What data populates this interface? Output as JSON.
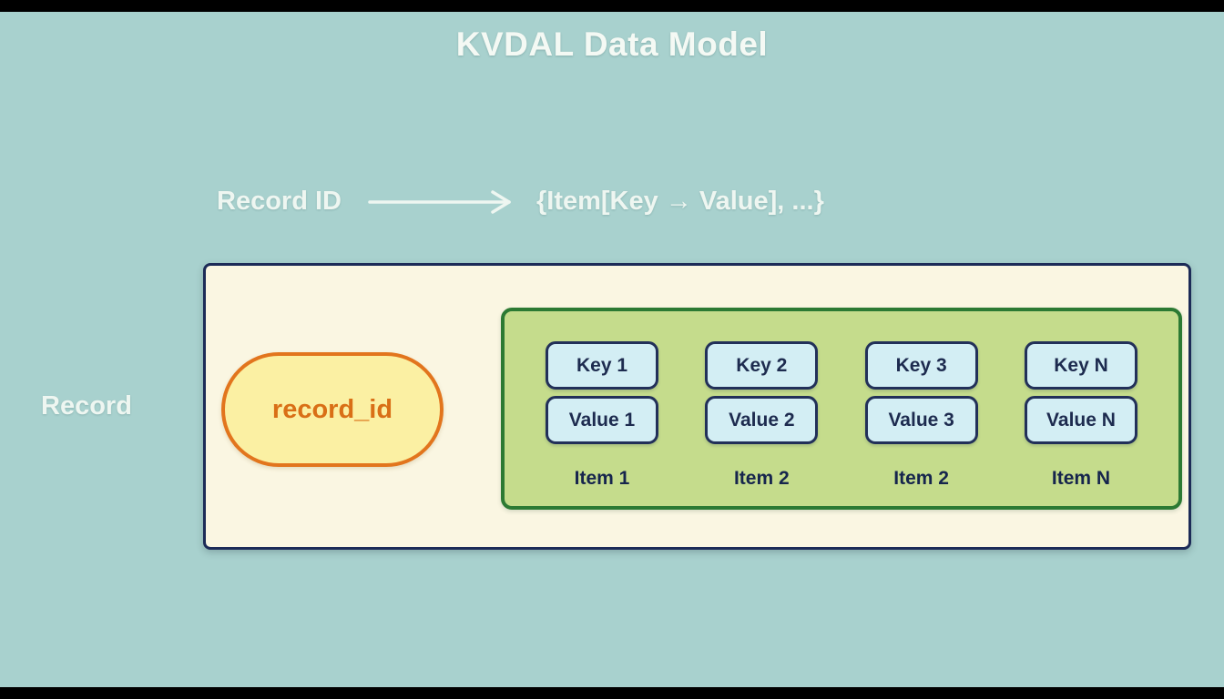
{
  "title": "KVDAL Data Model",
  "mapping": {
    "source": "Record ID",
    "target": "{Item[Key → Value], ...}"
  },
  "record": {
    "label": "Record",
    "id_field": "record_id"
  },
  "items": [
    {
      "key": "Key 1",
      "value": "Value 1",
      "label": "Item 1"
    },
    {
      "key": "Key 2",
      "value": "Value 2",
      "label": "Item 2"
    },
    {
      "key": "Key 3",
      "value": "Value 3",
      "label": "Item 2"
    },
    {
      "key": "Key N",
      "value": "Value N",
      "label": "Item N"
    }
  ],
  "colors": {
    "background": "#a8d1ce",
    "letterbox": "#000000",
    "title_text": "#f4f9f4",
    "outer_box_fill": "#faf6e2",
    "outer_box_border": "#1c2b57",
    "pill_fill": "#fbf0a3",
    "pill_border": "#e2751d",
    "pill_text": "#d96f16",
    "items_box_fill": "#c5dc8c",
    "items_box_border": "#2c7a33",
    "kv_fill": "#d3eef4",
    "kv_border": "#223059",
    "dark_text": "#16254d"
  }
}
